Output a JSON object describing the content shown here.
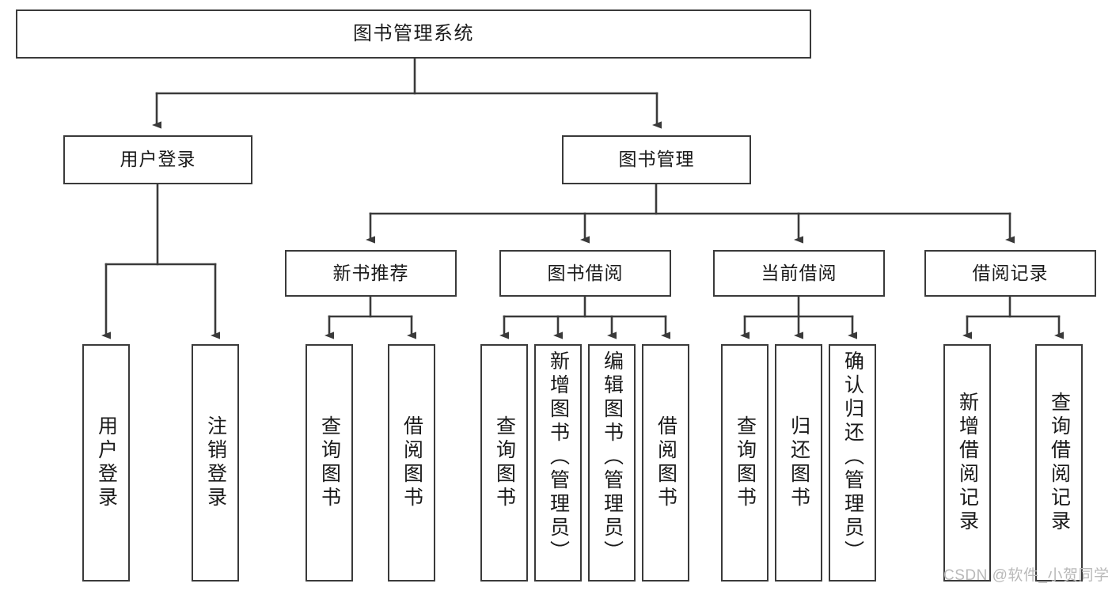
{
  "diagram": {
    "title": "图书管理系统",
    "type": "functional-structure-tree",
    "watermark": "CSDN @软件_小贺同学",
    "colors": {
      "node_border": "#3a3a3a",
      "node_fill": "#ffffff",
      "edge": "#3a3a3a",
      "text": "#1a1a1a",
      "background": "#ffffff",
      "watermark": "#b9b9b9"
    },
    "levels": {
      "level1": [
        {
          "id": "root",
          "label": "图书管理系统"
        }
      ],
      "level2": [
        {
          "id": "user-login",
          "label": "用户登录"
        },
        {
          "id": "book-manage",
          "label": "图书管理"
        }
      ],
      "level3": [
        {
          "id": "new-book-recommend",
          "label": "新书推荐",
          "parent": "book-manage"
        },
        {
          "id": "book-borrow",
          "label": "图书借阅",
          "parent": "book-manage"
        },
        {
          "id": "current-borrow",
          "label": "当前借阅",
          "parent": "book-manage"
        },
        {
          "id": "borrow-record",
          "label": "借阅记录",
          "parent": "book-manage"
        }
      ],
      "leaves": [
        {
          "id": "leaf-user-login",
          "label": "用户登录",
          "parent": "user-login"
        },
        {
          "id": "leaf-logout",
          "label": "注销登录",
          "parent": "user-login"
        },
        {
          "id": "leaf-query-book-1",
          "label": "查询图书",
          "parent": "new-book-recommend"
        },
        {
          "id": "leaf-borrow-book-1",
          "label": "借阅图书",
          "parent": "new-book-recommend"
        },
        {
          "id": "leaf-query-book-2",
          "label": "查询图书",
          "parent": "book-borrow"
        },
        {
          "id": "leaf-add-book",
          "label": "新增图书（管理员）",
          "parent": "book-borrow"
        },
        {
          "id": "leaf-edit-book",
          "label": "编辑图书（管理员）",
          "parent": "book-borrow"
        },
        {
          "id": "leaf-borrow-book-2",
          "label": "借阅图书",
          "parent": "book-borrow"
        },
        {
          "id": "leaf-query-book-3",
          "label": "查询图书",
          "parent": "current-borrow"
        },
        {
          "id": "leaf-return-book",
          "label": "归还图书",
          "parent": "current-borrow"
        },
        {
          "id": "leaf-confirm-return",
          "label": "确认归还（管理员）",
          "parent": "current-borrow"
        },
        {
          "id": "leaf-add-record",
          "label": "新增借阅记录",
          "parent": "borrow-record"
        },
        {
          "id": "leaf-query-record",
          "label": "查询借阅记录",
          "parent": "borrow-record"
        }
      ]
    }
  }
}
